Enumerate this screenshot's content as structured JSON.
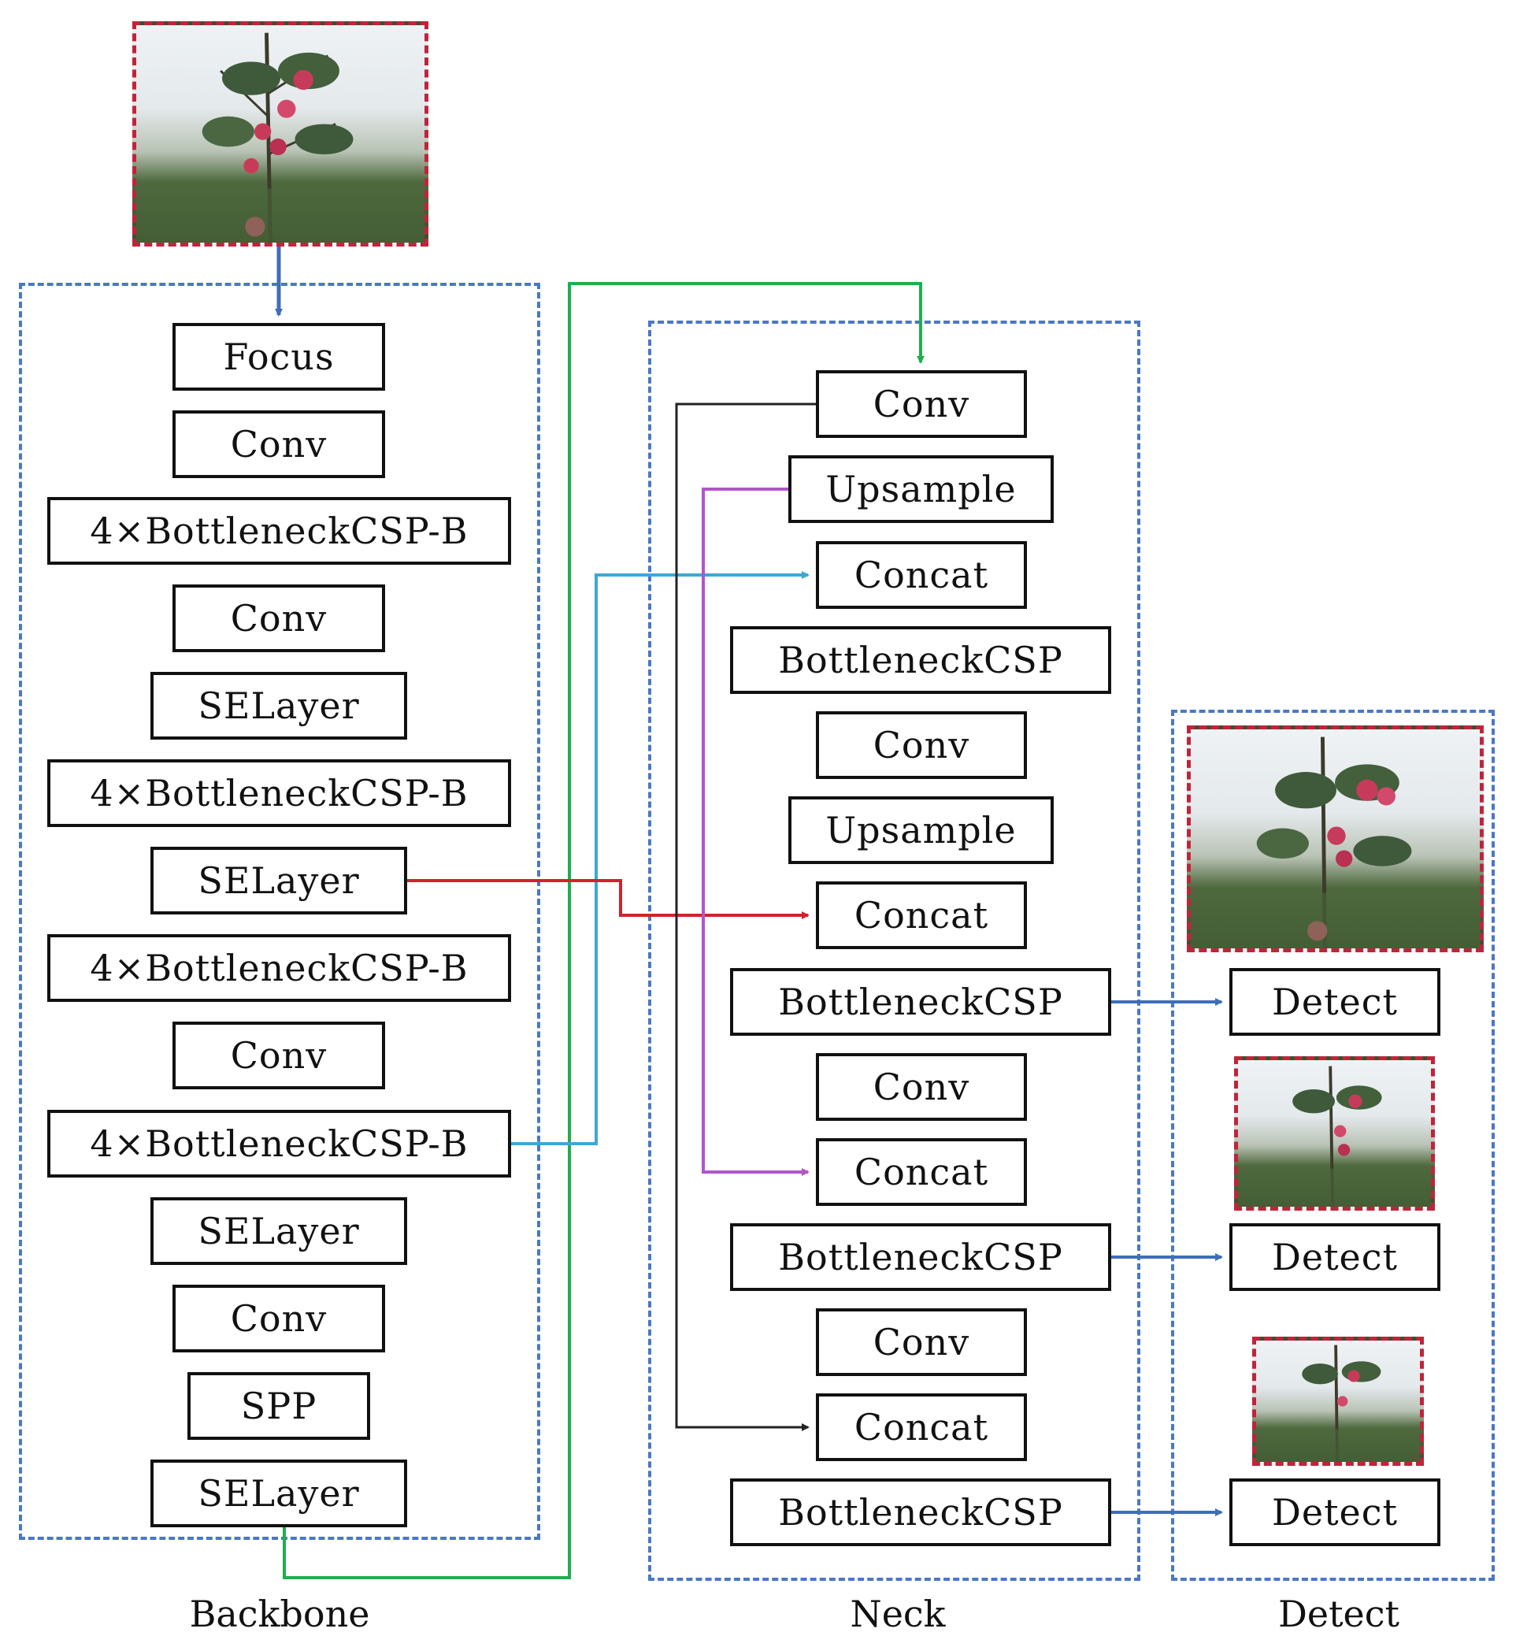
{
  "sections": {
    "backbone_label": "Backbone",
    "neck_label": "Neck",
    "detect_label": "Detect"
  },
  "backbone": {
    "blocks": [
      "Focus",
      "Conv",
      "4×BottleneckCSP-B",
      "Conv",
      "SELayer",
      "4×BottleneckCSP-B",
      "SELayer",
      "4×BottleneckCSP-B",
      "Conv",
      "4×BottleneckCSP-B",
      "SELayer",
      "Conv",
      "SPP",
      "SELayer"
    ]
  },
  "neck": {
    "blocks": [
      "Conv",
      "Upsample",
      "Concat",
      "BottleneckCSP",
      "Conv",
      "Upsample",
      "Concat",
      "BottleneckCSP",
      "Conv",
      "Concat",
      "BottleneckCSP",
      "Conv",
      "Concat",
      "BottleneckCSP"
    ]
  },
  "detect": {
    "blocks": [
      "Detect",
      "Detect",
      "Detect"
    ]
  },
  "colors": {
    "section_border": "#4a78c4",
    "photo_border": "#c0243a",
    "green_link": "#1fae4f",
    "cyan_link": "#3fa6d8",
    "red_link": "#d2222d",
    "purple_link": "#b155c8",
    "black_link": "#222222",
    "blue_arrow": "#3f6fb5"
  }
}
